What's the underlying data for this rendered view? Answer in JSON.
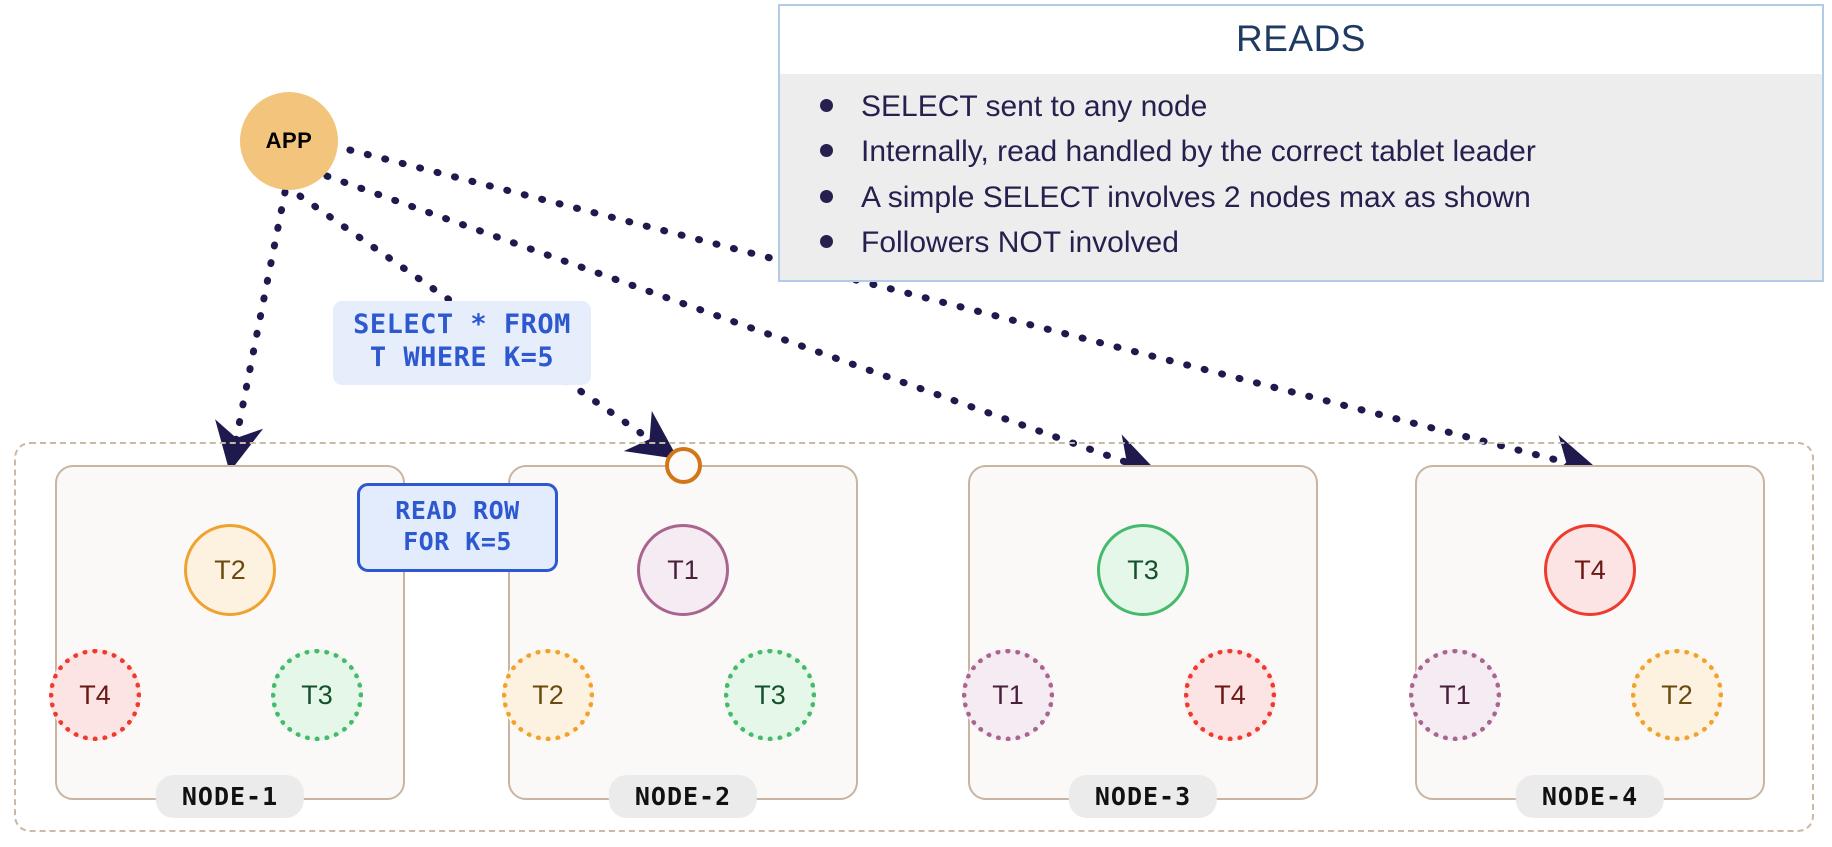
{
  "reads_panel": {
    "title": "READS",
    "bullets": [
      "SELECT sent to any node",
      "Internally, read handled by the correct tablet leader",
      "A simple SELECT involves 2 nodes max as shown",
      "Followers NOT involved"
    ],
    "border_color": "#b3cbe8",
    "title_color": "#1f3b63",
    "list_bg": "#ededed",
    "text_color": "#26204f"
  },
  "app": {
    "label": "APP",
    "fill": "#f3c57c",
    "text_color": "#000000"
  },
  "sql_label": {
    "line1": "SELECT * FROM",
    "line2": "T WHERE K=5",
    "bg": "#e7eefb",
    "color": "#2d58d0"
  },
  "read_callout": {
    "line1": "READ ROW",
    "line2": "FOR K=5",
    "bg": "#e3ecfd",
    "border": "#2d58d0",
    "color": "#2d58d0"
  },
  "cluster": {
    "border_color": "#c9b9a6"
  },
  "nodes": [
    {
      "name": "NODE-1",
      "tablets": [
        {
          "label": "T2",
          "role": "leader",
          "theme": "t-orange",
          "pos": "pos-top"
        },
        {
          "label": "T4",
          "role": "follower",
          "theme": "t-red",
          "pos": "pos-bl"
        },
        {
          "label": "T3",
          "role": "follower",
          "theme": "t-green",
          "pos": "pos-br"
        }
      ]
    },
    {
      "name": "NODE-2",
      "tablets": [
        {
          "label": "T1",
          "role": "leader",
          "theme": "t-purple",
          "pos": "pos-top"
        },
        {
          "label": "T2",
          "role": "follower",
          "theme": "t-orange",
          "pos": "pos-bl"
        },
        {
          "label": "T3",
          "role": "follower",
          "theme": "t-green",
          "pos": "pos-br"
        }
      ]
    },
    {
      "name": "NODE-3",
      "tablets": [
        {
          "label": "T3",
          "role": "leader",
          "theme": "t-green",
          "pos": "pos-top"
        },
        {
          "label": "T1",
          "role": "follower",
          "theme": "t-purple",
          "pos": "pos-bl"
        },
        {
          "label": "T4",
          "role": "follower",
          "theme": "t-red",
          "pos": "pos-br"
        }
      ]
    },
    {
      "name": "NODE-4",
      "tablets": [
        {
          "label": "T4",
          "role": "leader",
          "theme": "t-red",
          "pos": "pos-top"
        },
        {
          "label": "T1",
          "role": "follower",
          "theme": "t-purple",
          "pos": "pos-bl"
        },
        {
          "label": "T2",
          "role": "follower",
          "theme": "t-orange",
          "pos": "pos-br"
        }
      ]
    }
  ],
  "connectors": {
    "dotted_color": "#1f1a4d",
    "solid_color": "#4a8ce0",
    "entry_port_ring": "#d2761a"
  }
}
